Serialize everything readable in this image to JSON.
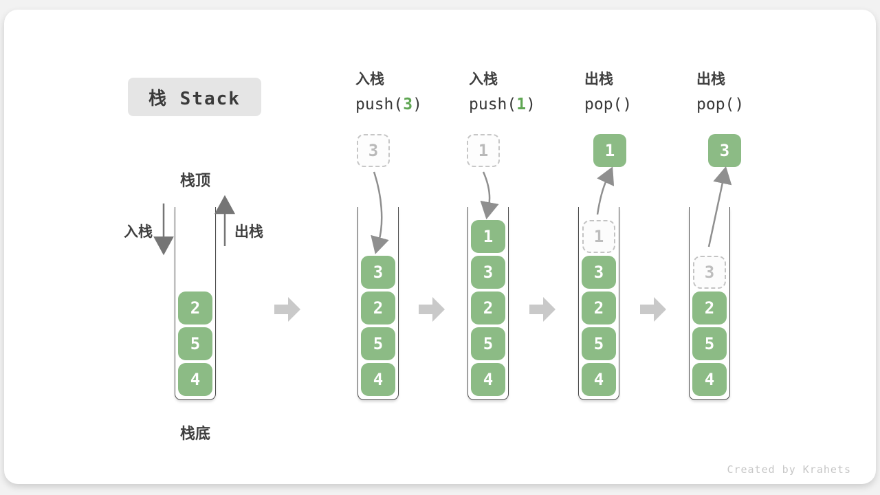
{
  "title": {
    "text": "栈 Stack"
  },
  "legend": {
    "stack_top": "栈顶",
    "stack_bottom": "栈底",
    "push_side": "入栈",
    "pop_side": "出栈"
  },
  "colors": {
    "item_green": "#8cbb85",
    "code_arg_green": "#5fa653",
    "container_line": "#4b4b4b",
    "curve_arrow_gray": "#8f8f8f",
    "block_arrow_gray": "#c9c9c9",
    "ghost_gray": "#bdbdbd"
  },
  "initial": {
    "cells": [
      {
        "value": "2"
      },
      {
        "value": "5"
      },
      {
        "value": "4"
      }
    ]
  },
  "stages": [
    {
      "op": "入栈",
      "code": {
        "pre": "push(",
        "arg": "3",
        "suf": ")"
      },
      "floating": {
        "value": "3",
        "variant": "dashed"
      },
      "arrow": "down",
      "cells": [
        {
          "value": "3"
        },
        {
          "value": "2"
        },
        {
          "value": "5"
        },
        {
          "value": "4"
        }
      ]
    },
    {
      "op": "入栈",
      "code": {
        "pre": "push(",
        "arg": "1",
        "suf": ")"
      },
      "floating": {
        "value": "1",
        "variant": "dashed"
      },
      "arrow": "down",
      "cells": [
        {
          "value": "1"
        },
        {
          "value": "3"
        },
        {
          "value": "2"
        },
        {
          "value": "5"
        },
        {
          "value": "4"
        }
      ]
    },
    {
      "op": "出栈",
      "code": {
        "pre": "pop()",
        "arg": "",
        "suf": ""
      },
      "floating": {
        "value": "1",
        "variant": "solid"
      },
      "arrow": "up",
      "cells": [
        {
          "value": "1",
          "ghost": true
        },
        {
          "value": "3"
        },
        {
          "value": "2"
        },
        {
          "value": "5"
        },
        {
          "value": "4"
        }
      ]
    },
    {
      "op": "出栈",
      "code": {
        "pre": "pop()",
        "arg": "",
        "suf": ""
      },
      "floating": {
        "value": "3",
        "variant": "solid"
      },
      "arrow": "up",
      "cells": [
        {
          "value": "3",
          "ghost": true
        },
        {
          "value": "2"
        },
        {
          "value": "5"
        },
        {
          "value": "4"
        }
      ]
    }
  ],
  "footer": {
    "credit": "Created by Krahets"
  }
}
